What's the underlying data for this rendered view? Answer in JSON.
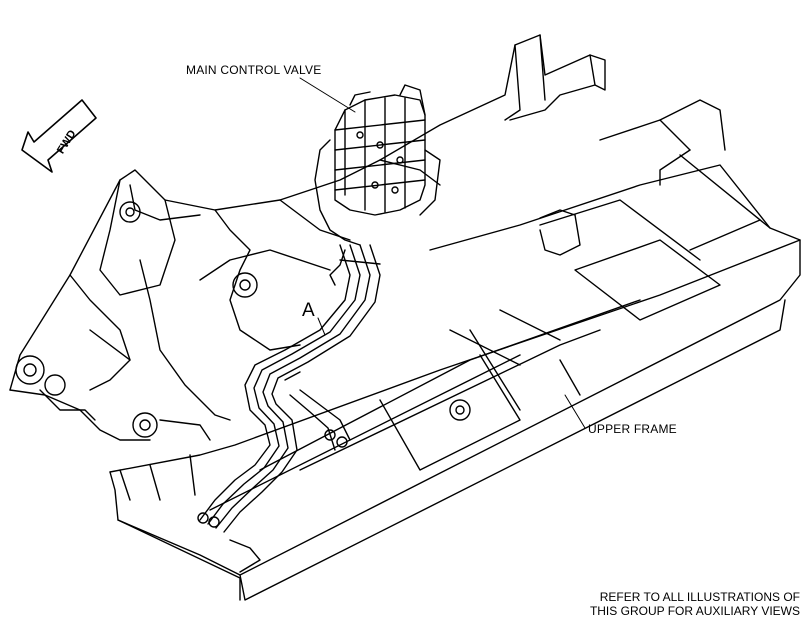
{
  "labels": {
    "main_control_valve": "MAIN CONTROL VALVE",
    "detail_a": "A",
    "upper_frame": "UPPER FRAME",
    "fwd": "FWD"
  },
  "note": {
    "line1": "REFER TO ALL ILLUSTRATIONS OF",
    "line2": "THIS GROUP FOR AUXILIARY VIEWS"
  }
}
